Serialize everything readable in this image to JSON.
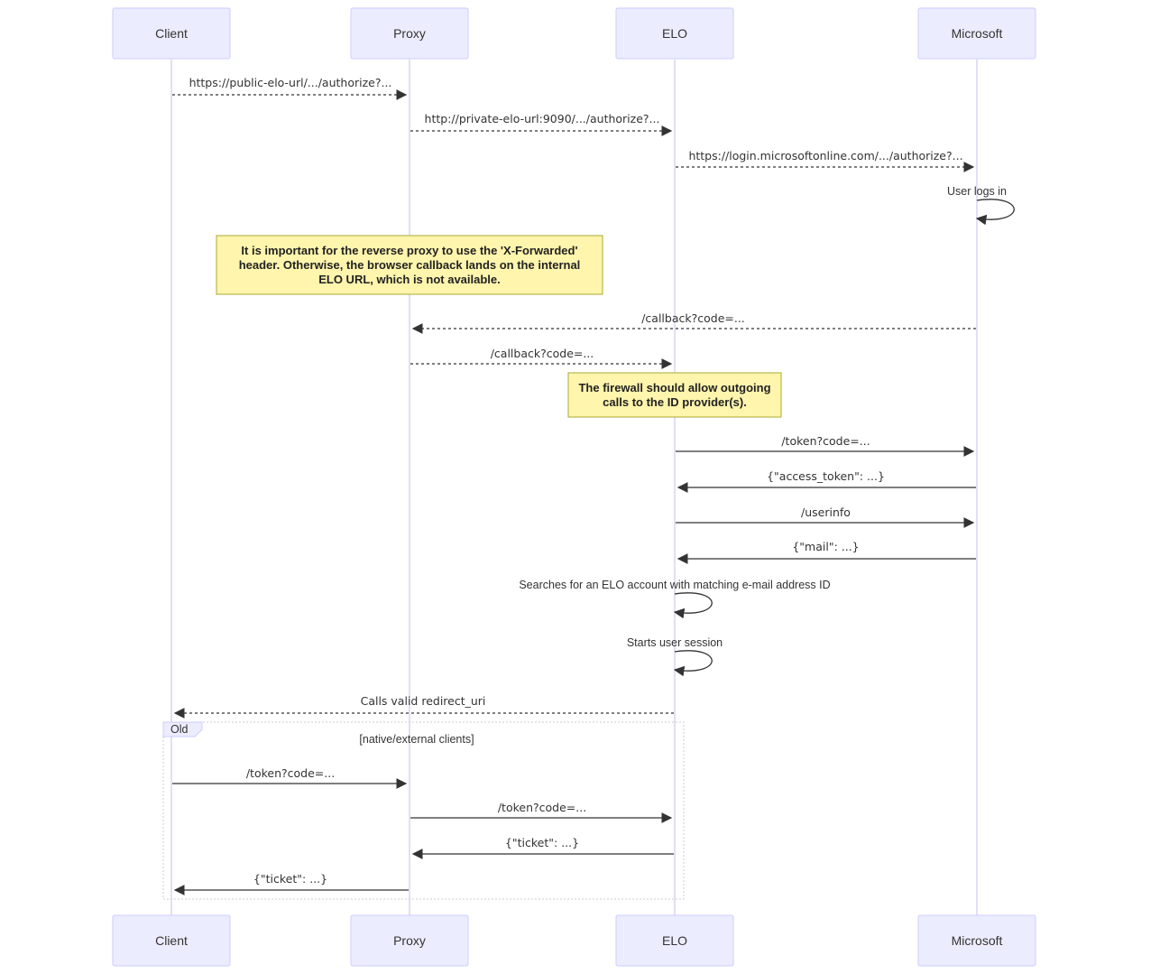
{
  "actors": [
    {
      "id": "client",
      "label": "Client"
    },
    {
      "id": "proxy",
      "label": "Proxy"
    },
    {
      "id": "elo",
      "label": "ELO"
    },
    {
      "id": "microsoft",
      "label": "Microsoft"
    }
  ],
  "messages": [
    {
      "from": "client",
      "to": "proxy",
      "label": "https://public-elo-url/.../authorize?...",
      "style": "dotted"
    },
    {
      "from": "proxy",
      "to": "elo",
      "label": "http://private-elo-url:9090/.../authorize?...",
      "style": "dotted"
    },
    {
      "from": "elo",
      "to": "microsoft",
      "label": "https://login.microsoftonline.com/.../authorize?...",
      "style": "dotted"
    },
    {
      "from": "microsoft",
      "to": "microsoft",
      "label": "User logs in",
      "style": "self"
    },
    {
      "from": "microsoft",
      "to": "proxy",
      "label": "/callback?code=...",
      "style": "dotted"
    },
    {
      "from": "proxy",
      "to": "elo",
      "label": "/callback?code=...",
      "style": "dotted"
    },
    {
      "from": "elo",
      "to": "microsoft",
      "label": "/token?code=...",
      "style": "solid"
    },
    {
      "from": "microsoft",
      "to": "elo",
      "label": "{\"access_token\": ...}",
      "style": "solid"
    },
    {
      "from": "elo",
      "to": "microsoft",
      "label": "/userinfo",
      "style": "solid"
    },
    {
      "from": "microsoft",
      "to": "elo",
      "label": "{\"mail\": ...}",
      "style": "solid"
    },
    {
      "from": "elo",
      "to": "elo",
      "label": "Searches for an ELO account with matching e-mail address ID",
      "style": "self"
    },
    {
      "from": "elo",
      "to": "elo",
      "label": "Starts user session",
      "style": "self"
    },
    {
      "from": "elo",
      "to": "client",
      "label": "Calls valid redirect_uri",
      "style": "dotted"
    },
    {
      "from": "client",
      "to": "proxy",
      "label": "/token?code=...",
      "style": "solid"
    },
    {
      "from": "proxy",
      "to": "elo",
      "label": "/token?code=...",
      "style": "solid"
    },
    {
      "from": "elo",
      "to": "proxy",
      "label": "{\"ticket\": ...}",
      "style": "solid"
    },
    {
      "from": "proxy",
      "to": "client",
      "label": "{\"ticket\": ...}",
      "style": "solid"
    }
  ],
  "notes": [
    {
      "lines": [
        "It is important for the reverse proxy to use the 'X-Forwarded'",
        "header. Otherwise, the browser callback lands on the internal",
        "ELO URL, which is not available."
      ]
    },
    {
      "lines": [
        "The firewall should allow outgoing",
        "calls to the ID provider(s)."
      ]
    }
  ],
  "frame": {
    "tag": "Old",
    "condition": "[native/external clients]"
  },
  "colors": {
    "actor_fill": "#ECECFF",
    "actor_stroke": "#ccccff",
    "note_fill": "#fff5ad",
    "note_stroke": "#aaaa33",
    "line": "#333333"
  }
}
